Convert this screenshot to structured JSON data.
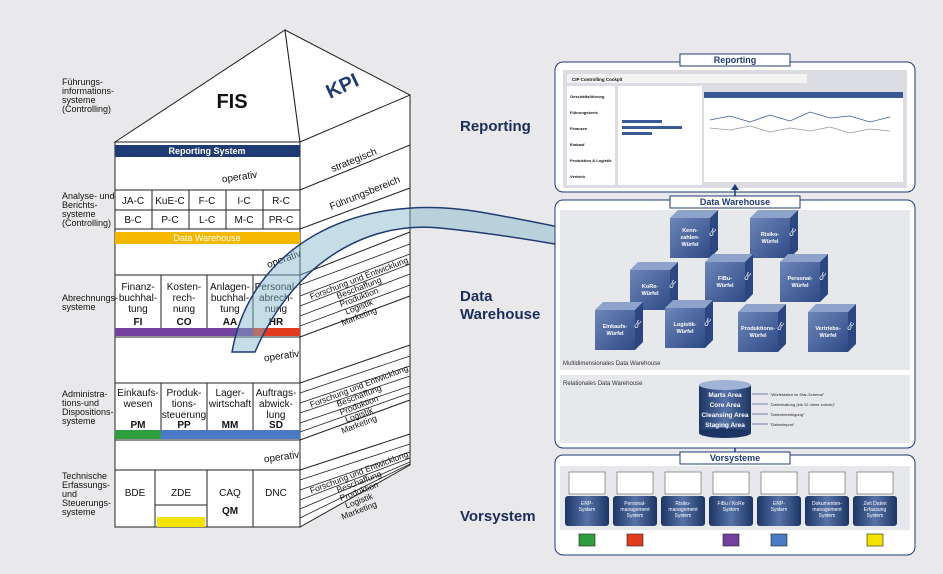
{
  "left_labels": {
    "fuehrung": [
      "Führungs-",
      "informations-",
      "systeme",
      "(Controlling)"
    ],
    "analyse": [
      "Analyse- und",
      "Berichts-",
      "systeme",
      "(Controlling)"
    ],
    "abrechnung": [
      "Abrechnungs-",
      "systeme"
    ],
    "administration": [
      "Administra-",
      "tions-und",
      "Dispositions-",
      "systeme"
    ],
    "technisch": [
      "Technische",
      "Erfassungs-",
      "und",
      "Steuerungs-",
      "systeme"
    ]
  },
  "pyramid": {
    "fis": "FIS",
    "kpi": "KPI",
    "reporting_system": "Reporting System",
    "operativ": "operativ",
    "strategisch": "strategisch",
    "fuehrungsbereich": "Führungsbereich",
    "data_warehouse": "Data Warehouse",
    "controlling_row1": [
      "JA-C",
      "KuE-C",
      "F-C",
      "I-C",
      "R-C"
    ],
    "controlling_row2": [
      "B-C",
      "P-C",
      "L-C",
      "M-C",
      "PR-C"
    ],
    "areas": [
      "Forschung und Entwicklung",
      "Beschaffung",
      "Produktion",
      "Logistik",
      "Marketing"
    ],
    "abrechnung_cols": [
      {
        "name": [
          "Finanz-",
          "buchhal-",
          "tung"
        ],
        "code": "FI"
      },
      {
        "name": [
          "Kosten-",
          "rech-",
          "nung"
        ],
        "code": "CO"
      },
      {
        "name": [
          "Anlagen-",
          "buchhal-",
          "tung"
        ],
        "code": "AA"
      },
      {
        "name": [
          "Personal-",
          "abrech-",
          "nung"
        ],
        "code": "HR"
      }
    ],
    "admin_cols": [
      {
        "name": [
          "Einkaufs-",
          "wesen"
        ],
        "code": "PM"
      },
      {
        "name": [
          "Produk-",
          "tions-",
          "steuerung"
        ],
        "code": "PP"
      },
      {
        "name": [
          "Lager-",
          "wirtschaft"
        ],
        "code": "MM"
      },
      {
        "name": [
          "Auftrags-",
          "abwick-",
          "lung"
        ],
        "code": "SD"
      }
    ],
    "tech_cols": [
      "BDE",
      "ZDE",
      "CAQ",
      "DNC"
    ],
    "tech_sub": "QM"
  },
  "colors": {
    "navy": "#1f3b73",
    "dw_yellow": "#f5b800",
    "fi_co_purple": "#7340a0",
    "hr_red": "#e23a1c",
    "pm_green": "#2e9e3e",
    "blue": "#4a79c6",
    "zde_yellow": "#f2e300"
  },
  "mid_titles": {
    "reporting": "Reporting",
    "data_warehouse": [
      "Data",
      "Warehouse"
    ],
    "vorsystem": "Vorsystem"
  },
  "right": {
    "reporting_title": "Reporting",
    "dw_title": "Data Warehouse",
    "vorsysteme_title": "Vorsysteme",
    "multi_dw": "Multidimensionales Data Warehouse",
    "rel_dw": "Relationales Data Warehouse",
    "cubes": [
      {
        "name": [
          "Kenn-",
          "zahlen-",
          "Würfel"
        ]
      },
      {
        "name": [
          "Risiko-",
          "Würfel"
        ]
      },
      {
        "name": [
          "KoRe-",
          "Würfel"
        ]
      },
      {
        "name": [
          "FiBu-",
          "Würfel"
        ]
      },
      {
        "name": [
          "Personal-",
          "Würfel"
        ]
      },
      {
        "name": [
          "Einkaufs-",
          "Würfel"
        ]
      },
      {
        "name": [
          "Logistik-",
          "Würfel"
        ]
      },
      {
        "name": [
          "Produktions-",
          "Würfel"
        ]
      },
      {
        "name": [
          "Vertriebs-",
          "Würfel"
        ]
      }
    ],
    "cube_badge": "C/C",
    "areas": [
      "Marts Area",
      "Core Area",
      "Cleansing Area",
      "Staging Area"
    ],
    "area_notes": [
      "\"Würfeldaten im Star-Schema\"",
      "\"Datenhaltung (bis 10 Jahre zurück)\"",
      "\"Datenbereinigung\"",
      "\"Datenimport\""
    ],
    "systems": [
      {
        "name": [
          "ERP-",
          "System"
        ],
        "swatch": "#2e9e3e"
      },
      {
        "name": [
          "Personal-",
          "management",
          "System"
        ],
        "swatch": "#e23a1c"
      },
      {
        "name": [
          "Risiko-",
          "management",
          "System"
        ],
        "swatch": ""
      },
      {
        "name": [
          "FiBu / KoRe",
          "System"
        ],
        "swatch": "#7340a0"
      },
      {
        "name": [
          "ERP-",
          "System"
        ],
        "swatch": "#4a79c6"
      },
      {
        "name": [
          "Dokumenten-",
          "management",
          "System"
        ],
        "swatch": ""
      },
      {
        "name": [
          "Zeit Daten",
          "Erfassung",
          "System"
        ],
        "swatch": "#f2e300"
      }
    ],
    "dashboard_nav": [
      "Geschäftsführung",
      "Führungskreis",
      "Finanzen",
      "Einkauf",
      "Produktion & Logistik",
      "Vertrieb"
    ],
    "dashboard_title": "CIP Controlling Cockpit"
  }
}
